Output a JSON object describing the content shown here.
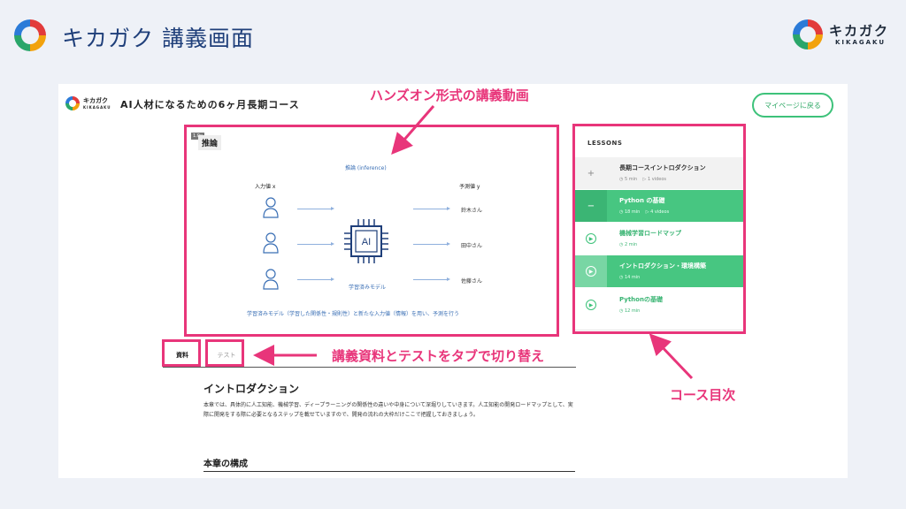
{
  "slide": {
    "title": "キカガク 講義画面",
    "brand_name": "キカガク",
    "brand_sub": "KIKAGAKU"
  },
  "app": {
    "brand": "キカガク",
    "brand_sub": "KIKAGAKU",
    "course_title": "AI人材になるための6ヶ月長期コース",
    "mypage_button": "マイページに戻る"
  },
  "video": {
    "speed": "1.0x",
    "title": "推論",
    "inference_label": "推論 (inference)",
    "input_label": "入力値 x",
    "output_label": "予測値 y",
    "chip_label": "AI",
    "predictions": [
      "鈴木さん",
      "田中さん",
      "佐藤さん"
    ],
    "model_label": "学習済みモデル",
    "caption": "学習済みモデル（学習した関係性・規則性）と新たな入力値（情報）を用い、予測を行う"
  },
  "lessons": {
    "header": "LESSONS",
    "items": [
      {
        "icon": "+",
        "title": "長期コースイントロダクション",
        "meta1": "5 min",
        "meta2": "1 videos"
      },
      {
        "icon": "−",
        "title": "Python の基礎",
        "meta1": "18 min",
        "meta2": "4 videos"
      },
      {
        "icon": "▶",
        "title": "機械学習ロードマップ",
        "meta1": "2 min",
        "meta2": ""
      },
      {
        "icon": "▶",
        "title": "イントロダクション・環境構築",
        "meta1": "14 min",
        "meta2": ""
      },
      {
        "icon": "▶",
        "title": "Pythonの基礎",
        "meta1": "12 min",
        "meta2": ""
      }
    ]
  },
  "tabs": [
    {
      "label": "資料"
    },
    {
      "label": "テスト"
    }
  ],
  "content": {
    "title": "イントロダクション",
    "body": "本章では、具体的に人工知能、機械学習、ディープラーニングの関係性の違いや中身について深堀りしていきます。人工知能の開発ロードマップとして、実際に開発をする際に必要となるステップを載せていますので、開発の流れの大枠だけここで把握しておきましょう。",
    "section2": "本章の構成"
  },
  "annotations": {
    "video": "ハンズオン形式の講義動画",
    "tabs": "講義資料とテストをタブで切り替え",
    "lessons": "コース目次"
  },
  "colors": {
    "accent_green": "#3dc27a",
    "annotation_pink": "#e8357a",
    "title_blue": "#1f3f7a"
  }
}
